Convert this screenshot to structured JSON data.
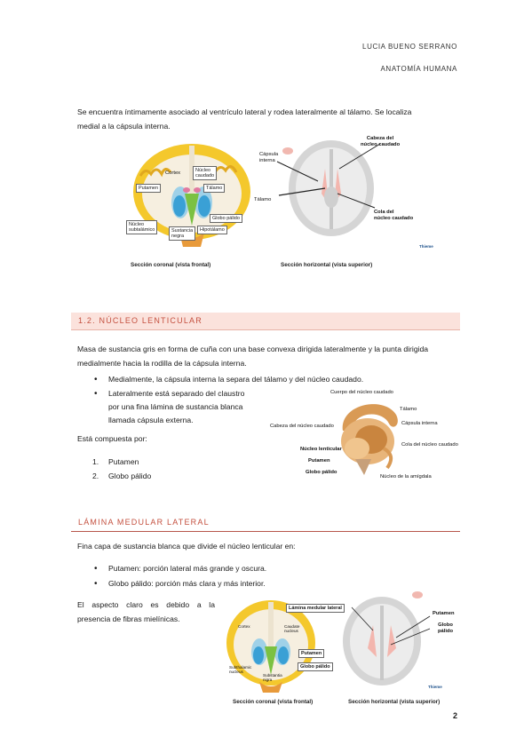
{
  "header": {
    "author": "LUCIA BUENO SERRANO",
    "subject": "ANATOMÍA HUMANA"
  },
  "intro": {
    "line1": "Se encuentra íntimamente asociado al ventrículo lateral y rodea lateralmente al tálamo. Se localiza",
    "line2": "medial a la cápsula interna."
  },
  "figure1": {
    "coronal_labels": {
      "cortex": "Cortex",
      "nucleo_caudado": "Núcleo\ncaudado",
      "putamen": "Putamen",
      "talamo": "Tálamo",
      "globo_palido": "Globo pálido",
      "subtalamico": "Núcleo\nsubtalámico",
      "sustancia_negra": "Sustancia\nnegra",
      "hipotalamo": "Hipotálamo"
    },
    "horizontal_labels": {
      "capsula_interna": "Cápsula\ninterna",
      "cabeza": "Cabeza del\nnúcleo caudado",
      "talamo": "Tálamo",
      "cola": "Cola del\nnúcleo caudado"
    },
    "credit": "Thieme",
    "caption_left": "Sección coronal (vista frontal)",
    "caption_right": "Sección horizontal (vista superior)"
  },
  "section1": {
    "title": "1.2. NÚCLEO LENTICULAR",
    "para_line1": "Masa de sustancia gris en forma de cuña con una base convexa dirigida lateralmente y la punta dirigida",
    "para_line2": "medialmente hacia la rodilla de la cápsula interna.",
    "bullets": [
      "Medialmente, la cápsula interna la separa del tálamo y del núcleo caudado.",
      "Lateralmente está separado del claustro",
      "por una fina lámina de sustancia blanca",
      "llamada cápsula externa."
    ],
    "composed_by": "Está compuesta por:",
    "items": [
      {
        "num": "1.",
        "text": "Putamen"
      },
      {
        "num": "2.",
        "text": "Globo pálido"
      }
    ],
    "figure_labels": {
      "cuerpo": "Cuerpo del núcleo caudado",
      "cabeza": "Cabeza del núcleo caudado",
      "talamo": "Tálamo",
      "capsula": "Cápsula interna",
      "lenticular": "Núcleo lenticular",
      "cola": "Cola del núcleo caudado",
      "putamen": "Putamen",
      "globo": "Globo pálido",
      "amigdala": "Núcleo de la amígdala"
    }
  },
  "section2": {
    "title": "LÁMINA MEDULAR LATERAL",
    "para": "Fina capa de sustancia blanca que divide el núcleo lenticular en:",
    "bullets": [
      "Putamen: porción lateral más grande y oscura.",
      "Globo pálido: porción más clara y más interior."
    ],
    "note_line1": "El aspecto claro es debido a la",
    "note_line2": "presencia de fibras mielínicas.",
    "figure_labels": {
      "lamina": "Lámina medular lateral",
      "cortex": "Cortex",
      "caudado": "Caudate\nnucleus",
      "putamen_box": "Putamen",
      "globo_box": "Globo pálido",
      "subtalamico": "Subthalamic\nnucleus",
      "negra": "Substantia\nnigra",
      "putamen": "Putamen",
      "globo": "Globo\npálido"
    },
    "credit": "Thieme",
    "caption_left": "Sección coronal (vista frontal)",
    "caption_right": "Sección horizontal (vista superior)"
  },
  "page_number": "2"
}
